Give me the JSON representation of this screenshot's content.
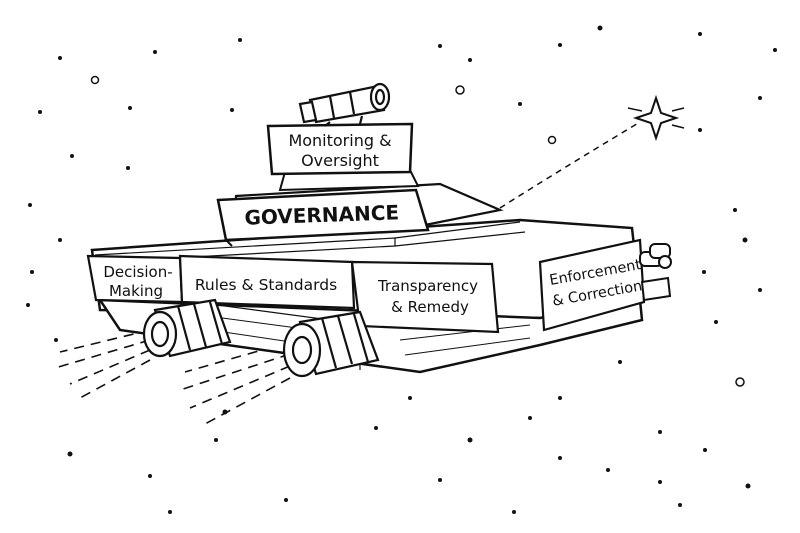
{
  "governance": {
    "title": "GOVERNANCE"
  },
  "turret": {
    "line1": "Monitoring &",
    "line2": "Oversight"
  },
  "modules": {
    "decision": {
      "line1": "Decision-",
      "line2": "Making"
    },
    "rules": {
      "label": "Rules & Standards"
    },
    "transparency": {
      "line1": "Transparency",
      "line2": "& Remedy"
    },
    "enforcement": {
      "line1": "Enforcement",
      "line2": "& Correction"
    }
  },
  "colors": {
    "ink": "#111111",
    "paper": "#ffffff"
  },
  "icons": [
    "telescope-icon",
    "star-icon",
    "engine-thruster-icon",
    "side-cannon-icon"
  ]
}
